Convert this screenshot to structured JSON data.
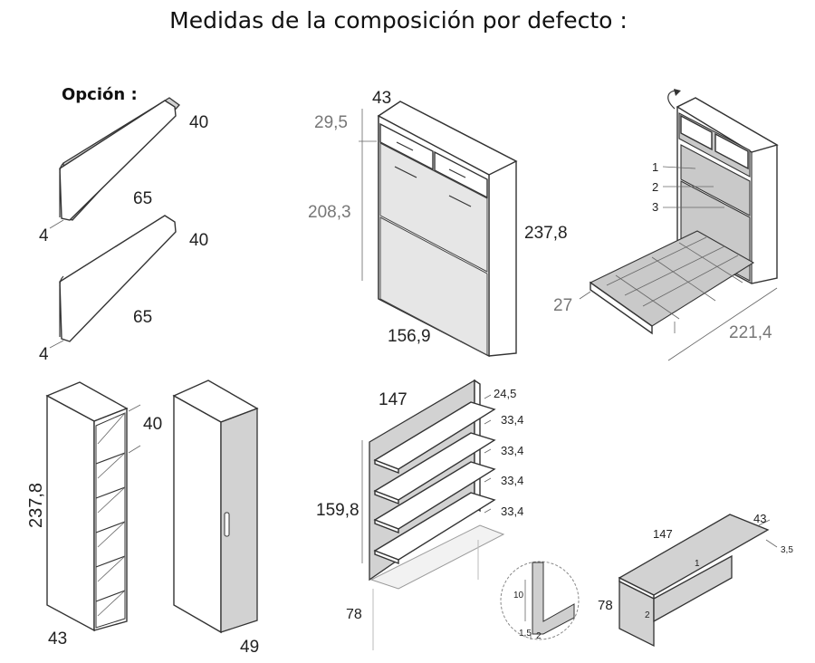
{
  "title": "Medidas de la composición por defecto :",
  "option_label": "Opción :",
  "headboard_top": {
    "height": "40",
    "width": "65",
    "depth": "4"
  },
  "headboard_bottom": {
    "height": "40",
    "width": "65",
    "depth": "4"
  },
  "wallbed_closed": {
    "depth": "43",
    "top": "29,5",
    "body": "208,3",
    "total_height": "237,8",
    "width": "156,9"
  },
  "wallbed_open": {
    "label_1": "1",
    "label_2": "2",
    "label_3": "3",
    "frame_height": "27",
    "open_depth": "221,4"
  },
  "shelf_column": {
    "depth": "40",
    "height": "237,8",
    "width": "43"
  },
  "wardrobe": {
    "width": "49"
  },
  "shelving_panel": {
    "width": "147",
    "top_shelf": "24,5",
    "shelf_1": "33,4",
    "shelf_2": "33,4",
    "shelf_3": "33,4",
    "shelf_4": "33,4",
    "height": "159,8",
    "bottom": "78"
  },
  "detail": {
    "height": "10",
    "thickness": "1,5",
    "offset": "2"
  },
  "desk": {
    "width": "147",
    "depth": "43",
    "thickness": "3,5",
    "height": "78",
    "part_1": "1",
    "part_2": "2"
  }
}
